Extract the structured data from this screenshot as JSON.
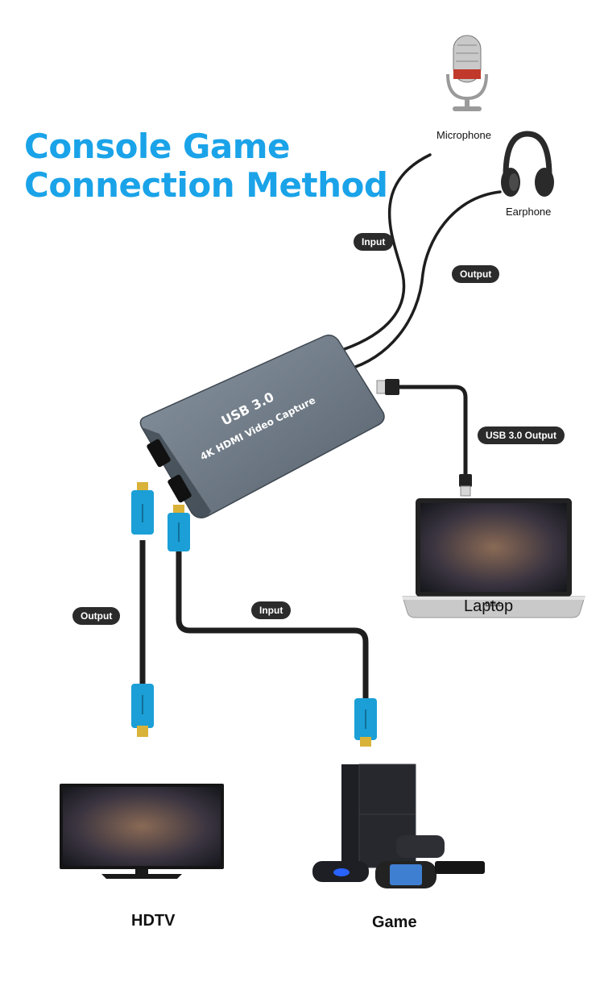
{
  "title": {
    "line1": "Console Game",
    "line2": "Connection Method"
  },
  "device": {
    "line1": "USB 3.0",
    "line2": "4K HDMI Video Capture"
  },
  "devices": {
    "microphone": "Microphone",
    "earphone": "Earphone",
    "laptop": "Laptop",
    "laptop_brand": "DELL",
    "hdtv": "HDTV",
    "game": "Game"
  },
  "pills": {
    "mic_input": "Input",
    "earphone_output": "Output",
    "usb_output": "USB 3.0 Output",
    "hdmi_output": "Output",
    "hdmi_input": "Input"
  },
  "colors": {
    "accent": "#1aa3e8",
    "cable": "#1e1e1e",
    "hdmi_connector": "#1b9fd6",
    "device_body": "#6e7a86"
  }
}
